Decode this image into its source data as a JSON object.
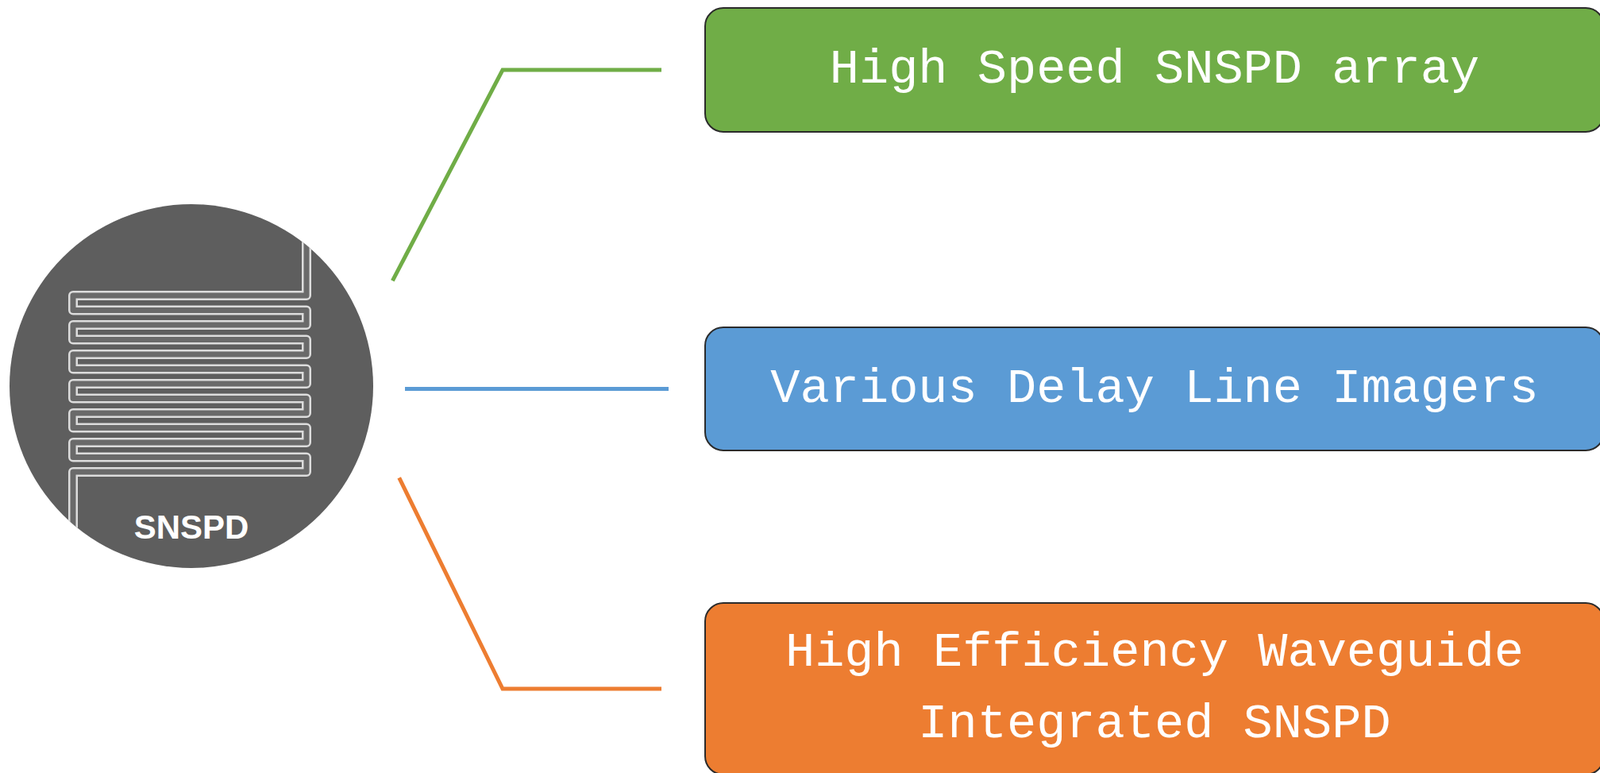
{
  "diagram": {
    "nodes": [
      {
        "text": [
          "SNSPD"
        ]
      },
      {
        "text": [
          "High Speed SNSPD array"
        ]
      },
      {
        "text": [
          "Various Delay Line Imagers"
        ]
      },
      {
        "text": [
          "High Efficiency Waveguide Integrated SNSPD"
        ]
      }
    ],
    "edges": [
      {
        "from": 0,
        "to": 1,
        "arrow": "none"
      },
      {
        "from": 0,
        "to": 2,
        "arrow": "none"
      },
      {
        "from": 0,
        "to": 3,
        "arrow": "none"
      }
    ]
  }
}
